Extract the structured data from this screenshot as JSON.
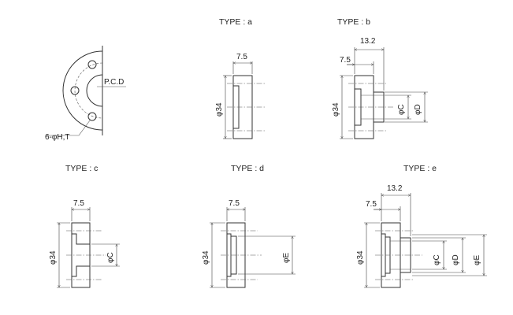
{
  "front_view": {
    "pcd_label": "P.C.D",
    "holes_label": "6-φH,T"
  },
  "type_a": {
    "title": "TYPE : a",
    "width": "7.5",
    "dia34": "φ34"
  },
  "type_b": {
    "title": "TYPE : b",
    "overall": "13.2",
    "width": "7.5",
    "dia34": "φ34",
    "diaC": "φC",
    "diaD": "φD"
  },
  "type_c": {
    "title": "TYPE : c",
    "width": "7.5",
    "dia34": "φ34",
    "diaC": "φC"
  },
  "type_d": {
    "title": "TYPE : d",
    "width": "7.5",
    "dia34": "φ34",
    "diaE": "φE"
  },
  "type_e": {
    "title": "TYPE : e",
    "overall": "13.2",
    "width": "7.5",
    "dia34": "φ34",
    "diaC": "φC",
    "diaD": "φD",
    "diaE": "φE"
  }
}
